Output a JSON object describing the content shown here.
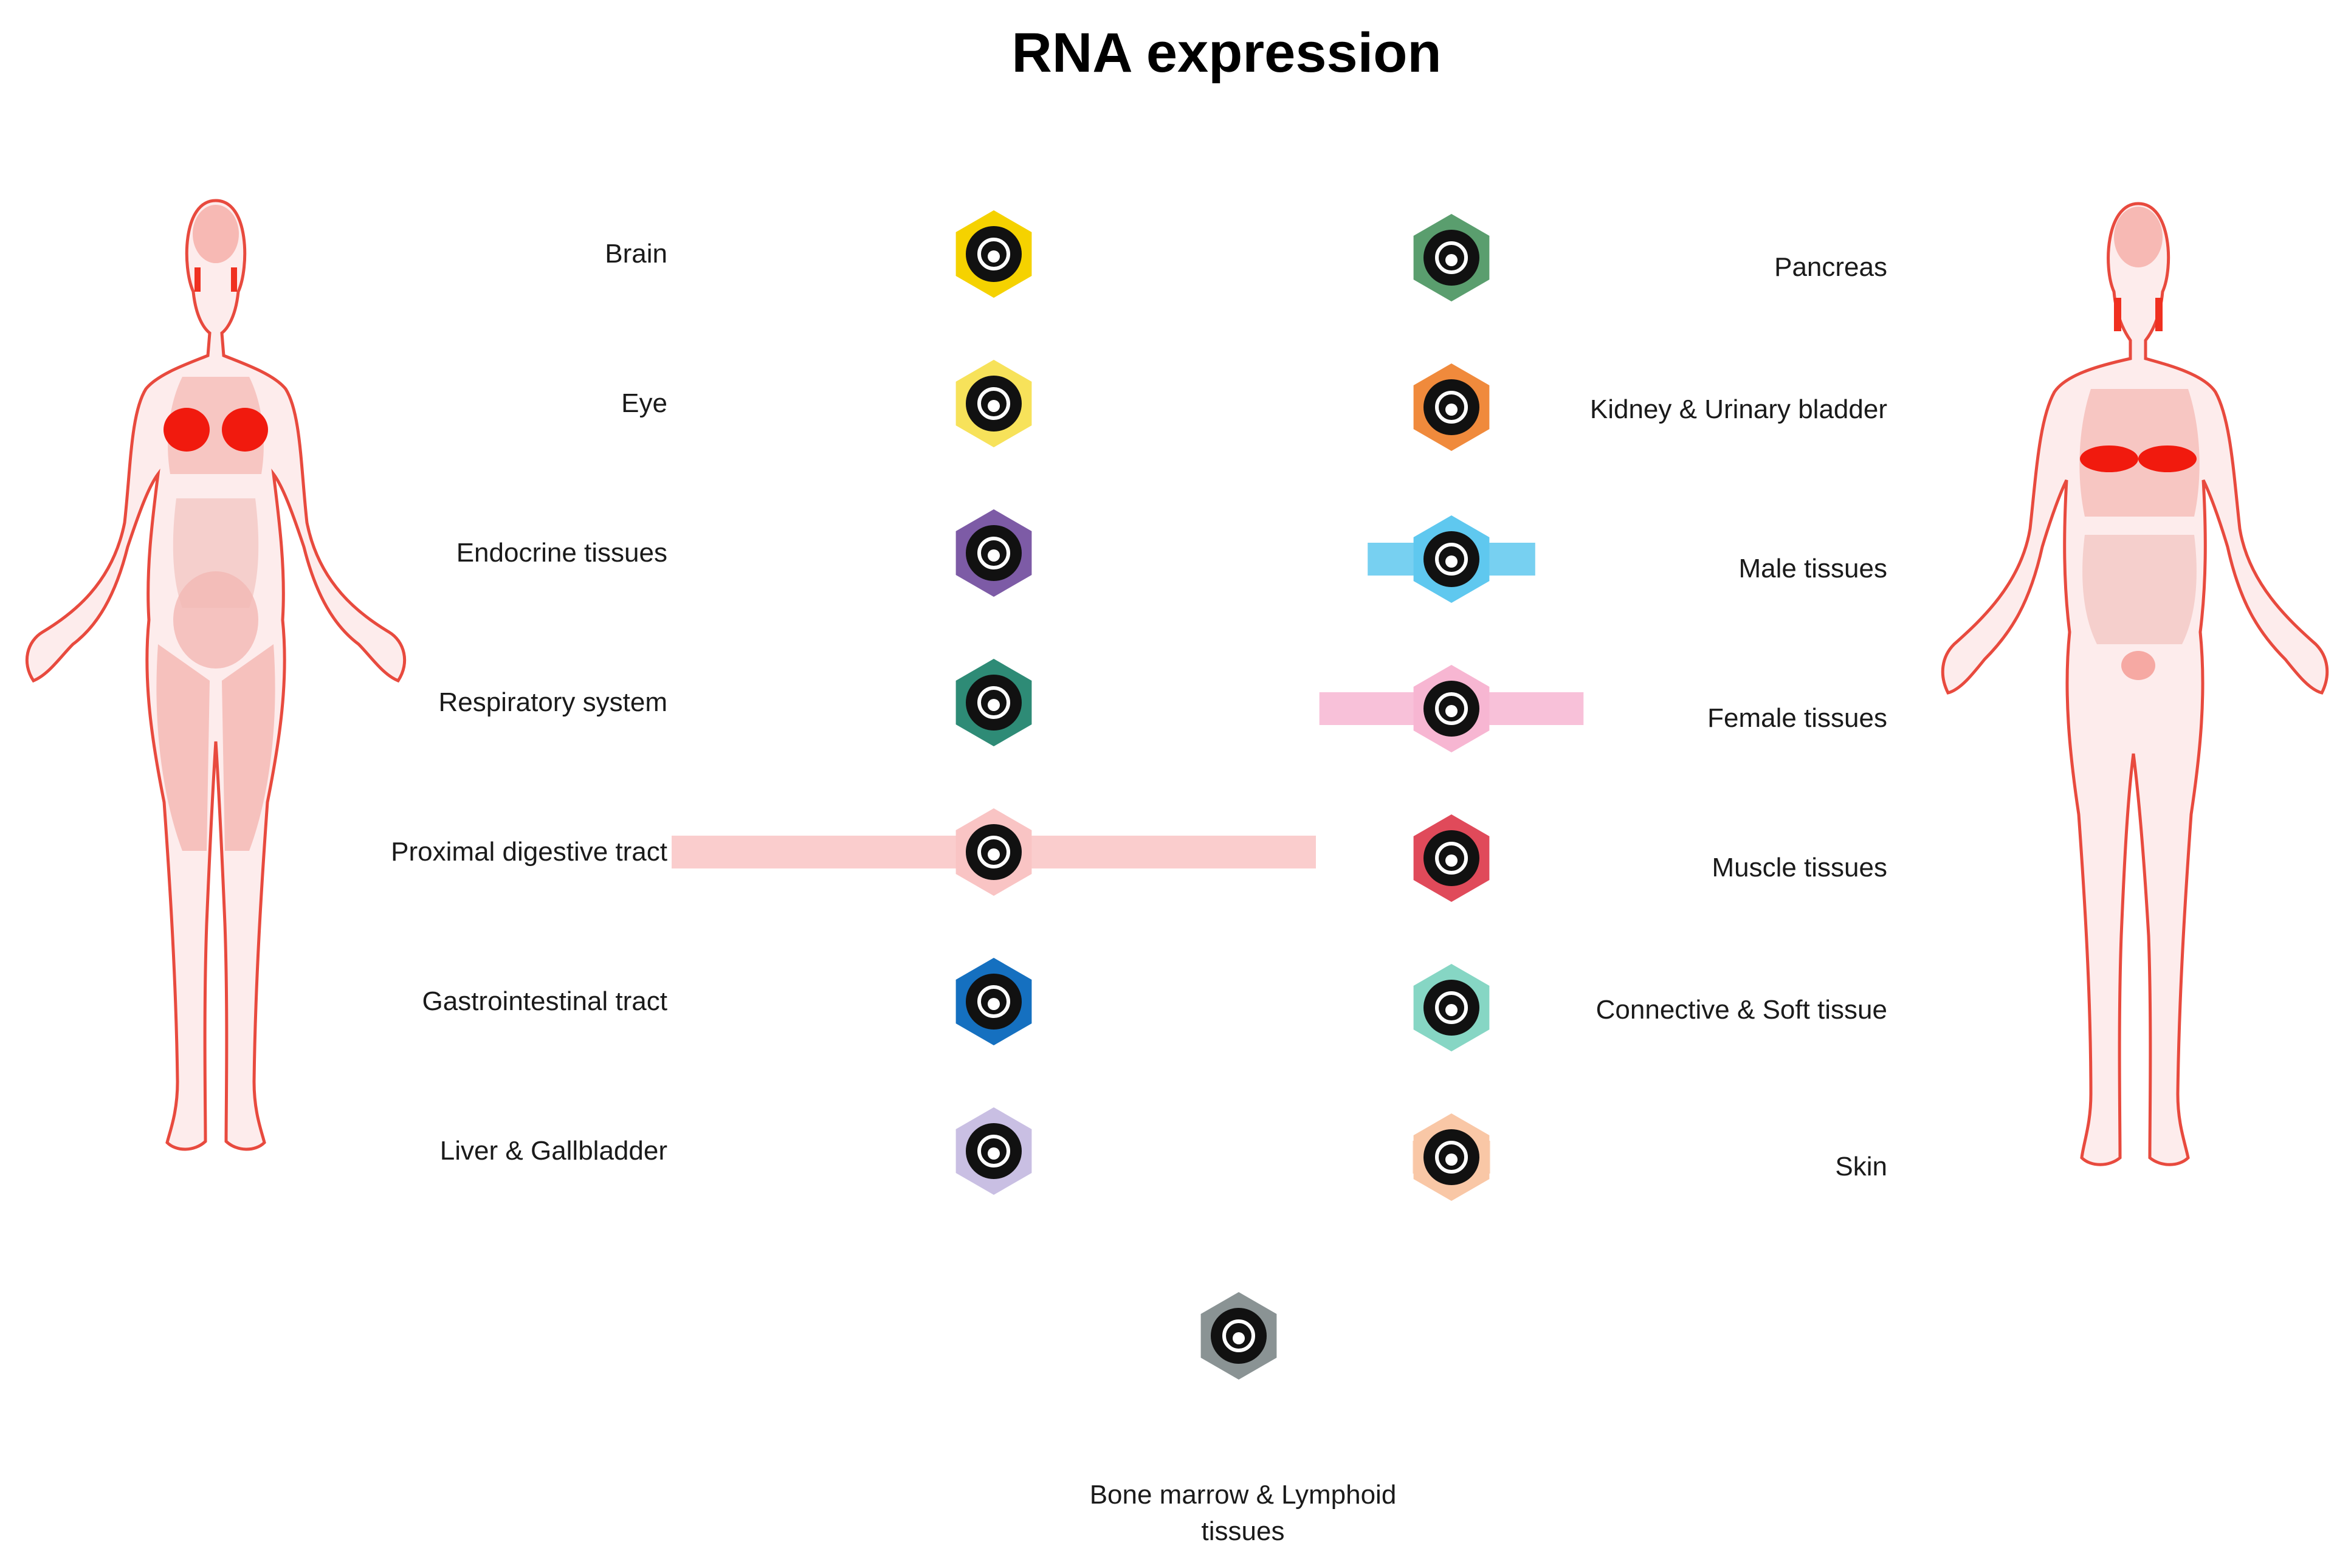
{
  "chart_data": {
    "type": "bar",
    "title": "RNA expression",
    "orientation": "horizontal, bars centered on tissue icons",
    "value_scale": "relative (0 = no bar, 1 = longest bar)",
    "left_column": [
      {
        "name": "Brain",
        "value": 0.02,
        "color": "#f5d200"
      },
      {
        "name": "Eye",
        "value": 0.0,
        "color": "#f7e25a"
      },
      {
        "name": "Endocrine tissues",
        "value": 0.02,
        "color": "#7d5ba6"
      },
      {
        "name": "Respiratory system",
        "value": 0.02,
        "color": "#2e8b76"
      },
      {
        "name": "Proximal digestive tract",
        "value": 1.0,
        "color": "#f9c4c4"
      },
      {
        "name": "Gastrointestinal tract",
        "value": 0.02,
        "color": "#1570c0"
      },
      {
        "name": "Liver & Gallbladder",
        "value": 0.02,
        "color": "#c9bfe3"
      }
    ],
    "right_column": [
      {
        "name": "Pancreas",
        "value": 0.02,
        "color": "#5a9e6e"
      },
      {
        "name": "Kidney & Urinary bladder",
        "value": 0.02,
        "color": "#f08a3c"
      },
      {
        "name": "Male tissues",
        "value": 0.26,
        "color": "#5fc8ef"
      },
      {
        "name": "Female tissues",
        "value": 0.41,
        "color": "#f7b6d2"
      },
      {
        "name": "Muscle tissues",
        "value": 0.0,
        "color": "#e04a5a"
      },
      {
        "name": "Connective & Soft tissue",
        "value": 0.02,
        "color": "#86d6c4"
      },
      {
        "name": "Skin",
        "value": 0.12,
        "color": "#f9c7a6"
      }
    ],
    "bottom": {
      "name": "Bone marrow & Lymphoid tissues",
      "value": 0.0,
      "color": "#8a9394"
    },
    "body_figures": [
      "female-body-figure",
      "male-body-figure"
    ],
    "highlight_color": "#f02010"
  }
}
